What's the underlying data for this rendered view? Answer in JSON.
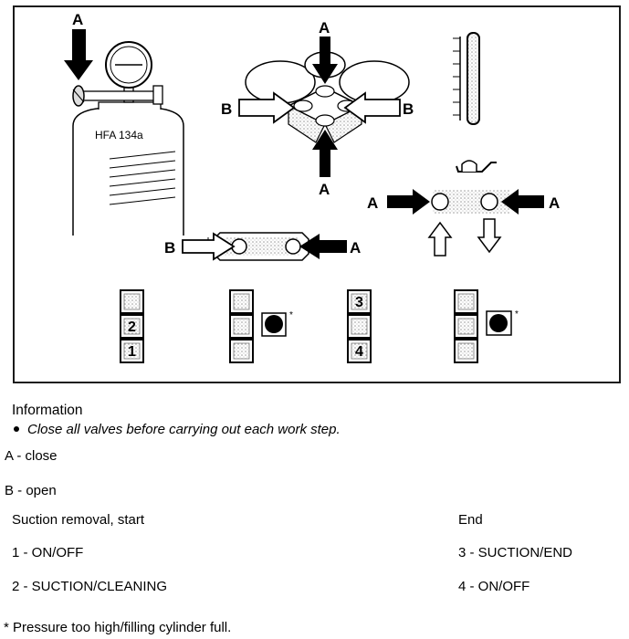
{
  "figure": {
    "labels": {
      "a": "A",
      "b": "B",
      "asterisk": "*",
      "cylinder": "HFA 134a"
    },
    "keypad_numbers": {
      "one": "1",
      "two": "2",
      "three": "3",
      "four": "4"
    }
  },
  "information": {
    "heading": "Information",
    "bullet": "Close all valves before carrying out each work step."
  },
  "legend": {
    "a": "A - close",
    "b": "B - open"
  },
  "steps": {
    "left_heading": "Suction removal, start",
    "right_heading": "End",
    "step1": "1 - ON/OFF",
    "step2": "2 - SUCTION/CLEANING",
    "step3": "3 - SUCTION/END",
    "step4": "4 - ON/OFF"
  },
  "footnote": "* Pressure too high/filling cylinder full."
}
